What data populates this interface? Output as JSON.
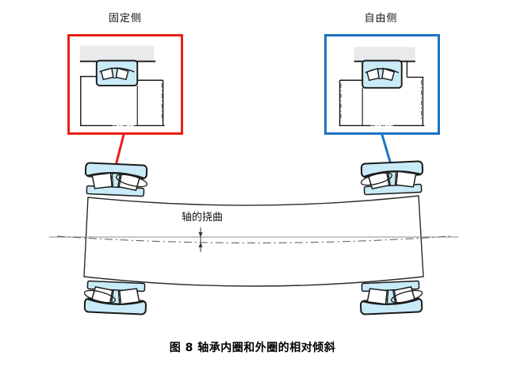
{
  "figure": {
    "caption": "图 8  轴承内圈和外圈的相对倾斜",
    "callouts": {
      "fixed": {
        "label": "固定侧"
      },
      "free": {
        "label": "自由侧"
      }
    },
    "annotations": {
      "shaft_deflection": "轴的挠曲"
    },
    "colors": {
      "accent_red": "#e82015",
      "accent_blue": "#1a73c2",
      "bearing_fill": "#c9eaf7",
      "housing_fill": "#e8eaec",
      "outline": "#1a1a1a",
      "axis_line": "#8c8c8c",
      "background": "#ffffff"
    }
  }
}
